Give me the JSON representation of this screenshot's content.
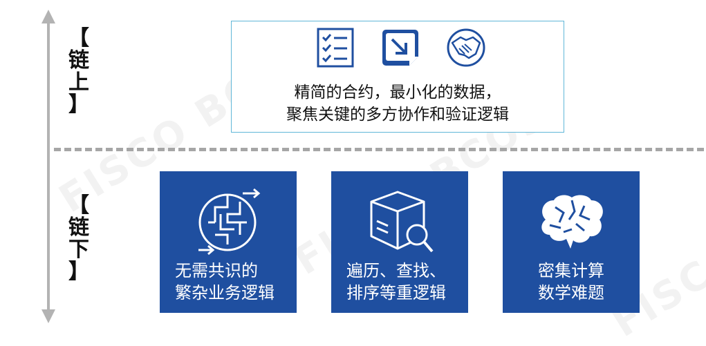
{
  "axis": {
    "top_label": [
      "【",
      "链",
      "上",
      "】"
    ],
    "bottom_label": [
      "【",
      "链",
      "下",
      "】"
    ]
  },
  "onchain": {
    "line1": "精简的合约，最小化的数据，",
    "line2": "聚焦关键的多方协作和验证逻辑",
    "icons": [
      "checklist-icon",
      "arrow-down-right-icon",
      "handshake-icon"
    ]
  },
  "offchain": [
    {
      "line1": "无需共识的",
      "line2": "繁杂业务逻辑",
      "icon": "maze-icon"
    },
    {
      "line1": "遍历、查找、",
      "line2": "排序等重逻辑",
      "icon": "box-search-icon"
    },
    {
      "line1": "密集计算",
      "line2": "数学难题",
      "icon": "brain-icon"
    }
  ],
  "watermark": "FISCO BCOS",
  "colors": {
    "card": "#1f4fa0",
    "icon": "#1f4fa0",
    "frame": "#5fb6d8",
    "axis": "#b3b3b3"
  }
}
